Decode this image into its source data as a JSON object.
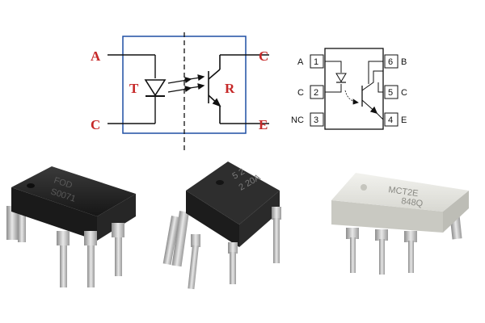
{
  "left_diagram": {
    "pin_labels": {
      "top_left": "A",
      "bottom_left": "C",
      "top_right": "C",
      "bottom_right": "E"
    },
    "emitter_label": "T",
    "receiver_label": "R",
    "colors": {
      "box": "#1f4fa3",
      "label": "#c62828"
    }
  },
  "right_diagram": {
    "pins": [
      {
        "number": "1",
        "name": "A"
      },
      {
        "number": "2",
        "name": "C"
      },
      {
        "number": "3",
        "name": "NC"
      },
      {
        "number": "4",
        "name": "E"
      },
      {
        "number": "5",
        "name": "C"
      },
      {
        "number": "6",
        "name": "B"
      }
    ]
  },
  "chips": {
    "chip1": {
      "marking_line1": "FOD",
      "marking_line2": "S0071",
      "color": "#1b1b1b"
    },
    "chip2": {
      "marking_line1": "5 2",
      "marking_line2": "2 20A",
      "color": "#222222"
    },
    "chip3": {
      "marking_line1": "MCT2E",
      "marking_line2": "848Q",
      "color": "#e4e4e0"
    }
  }
}
